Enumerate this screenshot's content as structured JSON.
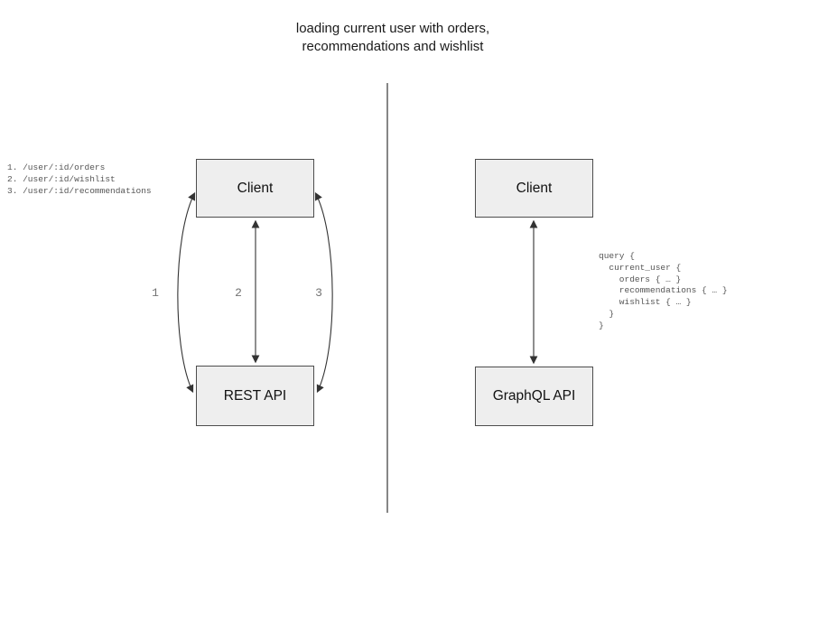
{
  "title": "loading current user with orders,\nrecommendations and wishlist",
  "colors": {
    "box_fill": "#eeeeee",
    "box_border": "#4d4d4d",
    "arrow_stroke": "#333333",
    "divider_stroke": "#5e5e5e",
    "code_text": "#555555",
    "arrow_label_text": "#737373"
  },
  "rest_side": {
    "endpoints": "1. /user/:id/orders\n2. /user/:id/wishlist\n3. /user/:id/recommendations",
    "client_label": "Client",
    "api_label": "REST API",
    "arrow_labels": [
      "1",
      "2",
      "3"
    ]
  },
  "graphql_side": {
    "client_label": "Client",
    "api_label": "GraphQL API",
    "query": "query {\n  current_user {\n    orders { … }\n    recommendations { … }\n    wishlist { … }\n  }\n}"
  }
}
